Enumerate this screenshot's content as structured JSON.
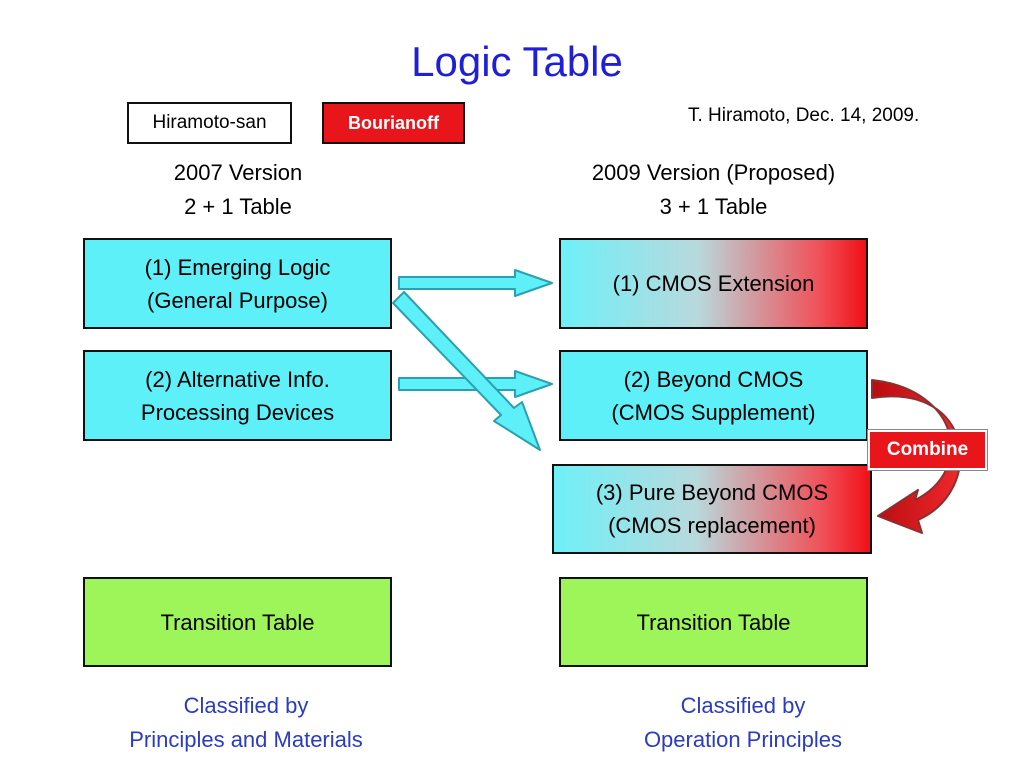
{
  "title": "Logic Table",
  "author": "T. Hiramoto, Dec. 14, 2009.",
  "legend": {
    "hiramoto": "Hiramoto-san",
    "bourianoff": "Bourianoff"
  },
  "left": {
    "version_line1": "2007 Version",
    "version_line2": "2 + 1 Table",
    "box1_line1": "(1) Emerging Logic",
    "box1_line2": "(General Purpose)",
    "box2_line1": "(2) Alternative Info.",
    "box2_line2": "Processing Devices",
    "transition": "Transition Table",
    "classified_line1": "Classified by",
    "classified_line2": "Principles and Materials"
  },
  "right": {
    "version_line1": "2009 Version (Proposed)",
    "version_line2": "3 + 1 Table",
    "box1_line1": "(1) CMOS Extension",
    "box2_line1": "(2) Beyond CMOS",
    "box2_line2": "(CMOS Supplement)",
    "box3_line1": "(3) Pure Beyond CMOS",
    "box3_line2": "(CMOS replacement)",
    "transition": "Transition Table",
    "classified_line1": "Classified by",
    "classified_line2": "Operation Principles"
  },
  "combine_label": "Combine",
  "colors": {
    "title": "#1f1fd8",
    "cyan_box": "#5ef0f8",
    "green_box": "#9ef55a",
    "red": "#e8161a",
    "classified_text": "#2b3bc4"
  }
}
